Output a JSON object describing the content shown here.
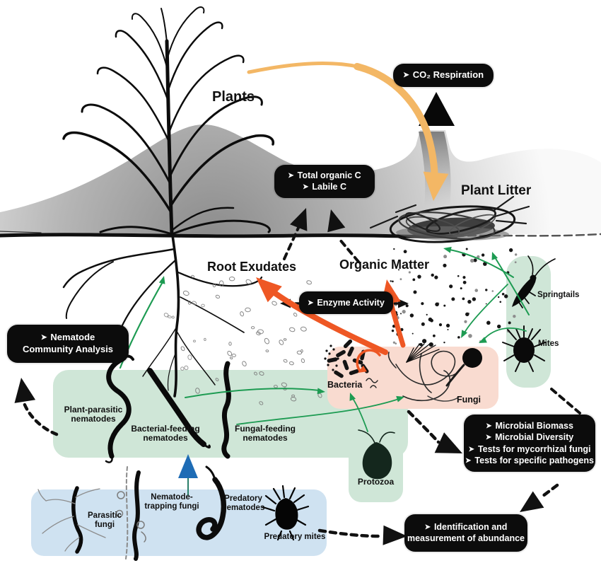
{
  "diagram": {
    "icons": {
      "pointer": "➤"
    },
    "labels": {
      "plants": "Plants",
      "plant_litter": "Plant Litter",
      "root_exudates": "Root Exudates",
      "organic_matter": "Organic Matter",
      "bacteria": "Bacteria",
      "fungi": "Fungi",
      "springtails": "Springtails",
      "mites": "Mites",
      "protozoa": "Protozoa",
      "plant_parasitic": "Plant-parasitic nematodes",
      "bacterial_feeding": "Bacterial-feeding nematodes",
      "fungal_feeding": "Fungal-feeding nematodes",
      "parasitic_fungi": "Parasitic fungi",
      "nematode_trapping": "Nematode-trapping fungi",
      "predatory_nematodes": "Predatory nematodes",
      "predatory_mites": "Predatory mites"
    },
    "badges": {
      "co2_respiration": "CO₂ Respiration",
      "total_organic_c": "Total organic C",
      "labile_c": "Labile C",
      "enzyme_activity": "Enzyme Activity",
      "nematode_line1": "Nematode",
      "nematode_line2": "Community Analysis",
      "microbial": [
        "Microbial Biomass",
        "Microbial Diversity",
        "Tests for mycorrhizal fungi",
        "Tests for specific pathogens"
      ],
      "identification_line1": "Identification and",
      "identification_line2": "measurement of abundance"
    },
    "colors": {
      "badge": "#0c0c0c",
      "green-box": "#cfe6d7",
      "pink-box": "#f9dbd0",
      "blue-box": "#cfe2f1",
      "green-arrow": "#1d9b52",
      "orange-arrow": "#ee5724",
      "tan-arrow": "#f3b765",
      "blue-arrow": "#1e6cb5",
      "ink": "#0f0f0f"
    }
  }
}
